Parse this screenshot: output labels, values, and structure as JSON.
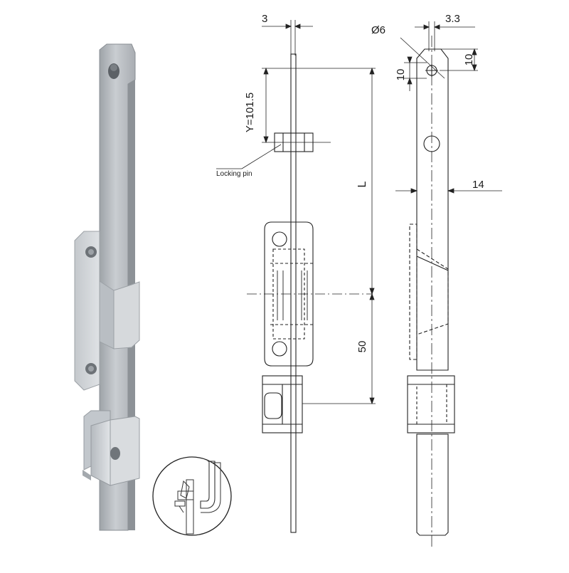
{
  "dimensions": {
    "rod_thickness": "3",
    "hole_diameter": "Ø6",
    "tip_offset": "3.3",
    "top_left_height": "10",
    "top_right_height": "10",
    "locking_pin_position": "Y=101.5",
    "rod_length": "L",
    "rod_width": "14",
    "guide_offset": "50"
  },
  "labels": {
    "locking_pin": "Locking pin"
  }
}
